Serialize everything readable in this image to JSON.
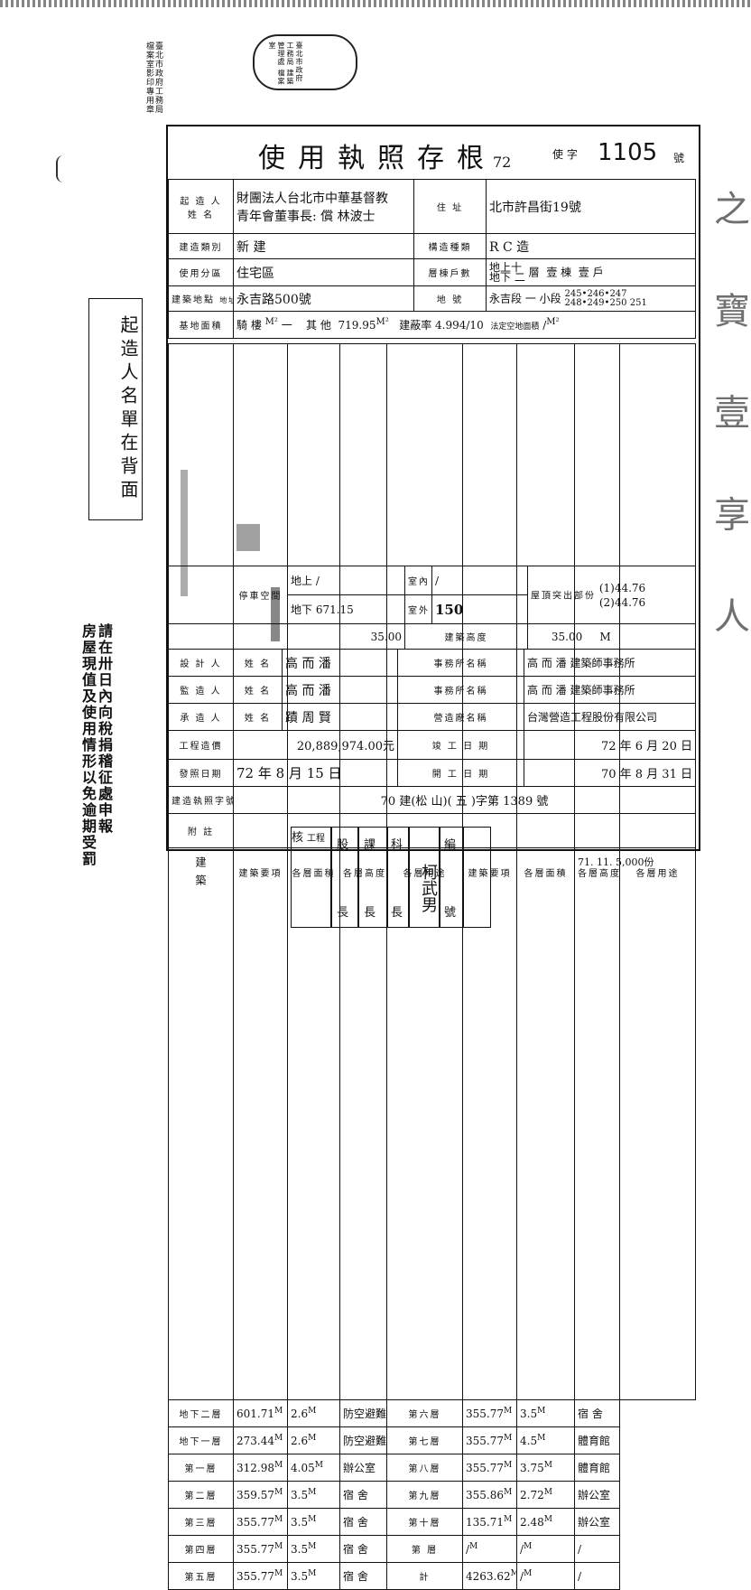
{
  "doc": {
    "title": "使用執照存根",
    "year_no": "72",
    "use_char": "使 字",
    "license_no": "1105",
    "hao": "號",
    "top_stamp": [
      "臺北市政府工務局",
      "檔案室影印專用章"
    ],
    "seal_text": "臺北市政府工務局 建築管理處 檔案室"
  },
  "rows": {
    "applicant": {
      "label1": "起 造 人",
      "label2": "姓 名",
      "value1": "財團法人台北市中華基督教",
      "value2": "青年會董事長: 償 林波士"
    },
    "address": {
      "label": "住 址",
      "value": "北市許昌街19號"
    },
    "build_type": {
      "label": "建造類別",
      "value": "新 建"
    },
    "structure": {
      "label": "構造種類",
      "value": "R C 造"
    },
    "zone": {
      "label": "使用分區",
      "value": "住宅區"
    },
    "floors": {
      "label": "層棟戶數",
      "above": "地上十",
      "below": "地下 二",
      "ceng": "層",
      "dong": "壹 棟",
      "hu": "壹 戶"
    },
    "site": {
      "label": "建築地點",
      "sub": "地址",
      "value": "永吉路500號"
    },
    "lot": {
      "label": "地 號",
      "value": "永吉段 一 小段",
      "nums1": "245•246•247",
      "nums2": "248•249•250",
      "nums3": "251"
    },
    "area": {
      "label": "基地面積",
      "qilou": "騎 樓",
      "unit": "M²",
      "dash": "一",
      "other": "其 他",
      "other_val": "719.95",
      "ratio_label": "建蔽率",
      "ratio": "4.994/10",
      "legal_label": "法定空地面積",
      "legal_val": "/"
    }
  },
  "floor_table": {
    "side_label": "建 築",
    "side_label2": "築",
    "headers": [
      "建築要項",
      "各層面積",
      "各層高度",
      "各層用途",
      "建築要項",
      "各層面積",
      "各層高度",
      "各層用途"
    ],
    "unit": "M",
    "left": [
      {
        "item": "地下二層",
        "area": "601.71",
        "height": "2.6",
        "use": "防空避難室及室內游泳池"
      },
      {
        "item": "地下一層",
        "area": "273.44",
        "height": "2.6",
        "use": "防空避難室"
      },
      {
        "item": "第一層",
        "area": "312.98",
        "height": "4.05",
        "use": "辦公室"
      },
      {
        "item": "第二層",
        "area": "359.57",
        "height": "3.5",
        "use": "宿 舍"
      },
      {
        "item": "第三層",
        "area": "355.77",
        "height": "3.5",
        "use": "宿 舍"
      },
      {
        "item": "第四層",
        "area": "355.77",
        "height": "3.5",
        "use": "宿 舍"
      },
      {
        "item": "第五層",
        "area": "355.77",
        "height": "3.5",
        "use": "宿 舍"
      }
    ],
    "right": [
      {
        "item": "第六層",
        "area": "355.77",
        "height": "3.5",
        "use": "宿 舍"
      },
      {
        "item": "第七層",
        "area": "355.77",
        "height": "4.5",
        "use": "體育館"
      },
      {
        "item": "第八層",
        "area": "355.77",
        "height": "3.75",
        "use": "體育館"
      },
      {
        "item": "第九層",
        "area": "355.86",
        "height": "2.72",
        "use": "辦公室"
      },
      {
        "item": "第十層",
        "area": "135.71",
        "height": "2.48",
        "use": "辦公室"
      },
      {
        "item": "第 層",
        "area": "/",
        "height": "/",
        "use": "/"
      },
      {
        "item": "計",
        "area": "4263.62",
        "height": "/",
        "use": "/"
      }
    ],
    "parking": {
      "label": "停車空間",
      "above": "地上",
      "below": "地下 671.15",
      "above_val": "/",
      "indoor": "室內",
      "outdoor": "室外",
      "indoor_val": "/",
      "outdoor_val": "150"
    },
    "roof": {
      "label": "屋頂突出部份",
      "v1": "(1)44.76",
      "v2": "(2)44.76"
    },
    "height_row": {
      "label": "建築高度",
      "left_val": "35.00",
      "right_val": "35.00",
      "unit": "M"
    }
  },
  "people": [
    {
      "role": "設 計 人",
      "name_label": "姓 名",
      "name": "高 而 潘",
      "office_label": "事務所名稱",
      "office": "高 而 潘 建築師事務所"
    },
    {
      "role": "監 造 人",
      "name_label": "姓 名",
      "name": "高 而 潘",
      "office_label": "事務所名稱",
      "office": "高 而 潘 建築師事務所"
    },
    {
      "role": "承 造 人",
      "name_label": "姓 名",
      "name": "蹟 周 賢",
      "office_label": "營造廠名稱",
      "office": "台灣營造工程股份有限公司"
    }
  ],
  "cost": {
    "label": "工程造價",
    "value": "20,889,974.00元",
    "done_label": "竣 工 日 期",
    "done": "72 年 6 月 20 日"
  },
  "issue": {
    "label": "發照日期",
    "value": "72 年 8 月 15 日",
    "start_label": "開 工 日 期",
    "start": "70 年 8 月 31 日"
  },
  "permit": {
    "label": "建造執照字號",
    "value": "70 建(松 山)( 五 )字第 1389 號"
  },
  "attach": {
    "label": "附 註"
  },
  "sign_cells": [
    "核",
    "工程",
    "股",
    "長",
    "課",
    "長",
    "科",
    "長",
    "柯武男",
    "編",
    "號"
  ],
  "footer": "71. 11. 5,000份",
  "left_box": "起造人名單在背面",
  "left_note": [
    "請在卅日內向稅捐稽征處申報",
    "房屋現值及使用情形以免逾期受罰"
  ],
  "right_marks": "之 寶 壹 享 人"
}
